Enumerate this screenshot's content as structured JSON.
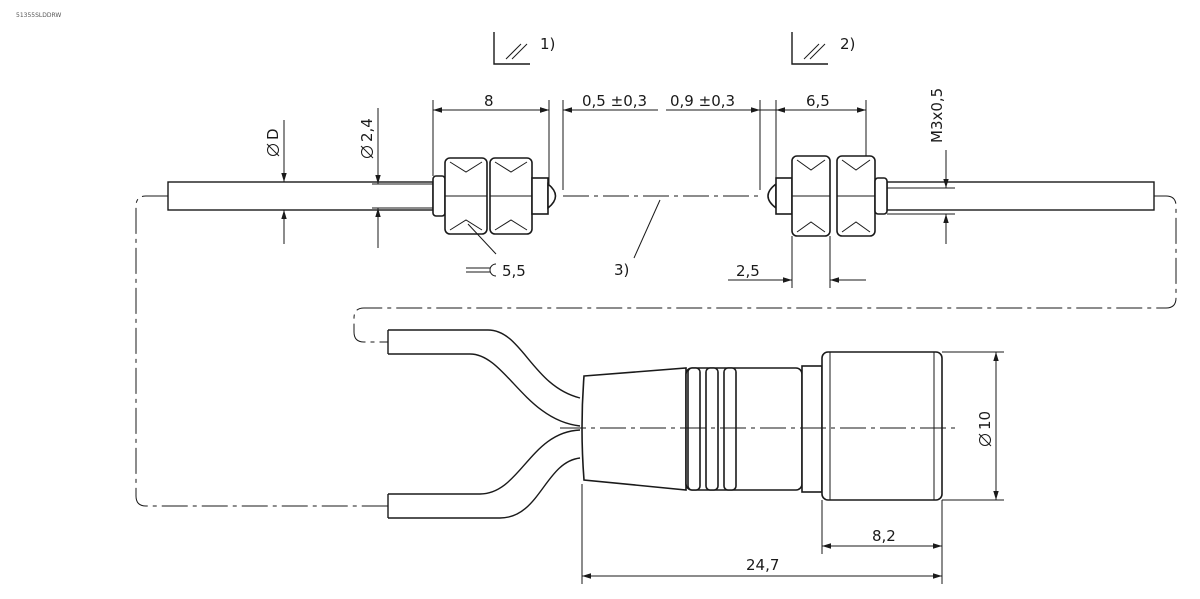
{
  "drawing_code": "51355SLDDRW",
  "labels": {
    "note1": "1)",
    "note2": "2)",
    "note3": "3)",
    "dim_8": "8",
    "dim_gap1": "0,5 ±0,3",
    "dim_gap2": "0,9 ±0,3",
    "dim_6_5": "6,5",
    "dim_d": "D",
    "dim_2_4": "2,4",
    "dim_m3": "M3x0,5",
    "dim_wrench": "5,5",
    "dim_2_5": "2,5",
    "dim_10": "10",
    "dim_8_2": "8,2",
    "dim_24_7": "24,7"
  },
  "colors": {
    "line": "#1a1a1a",
    "background": "#ffffff"
  }
}
